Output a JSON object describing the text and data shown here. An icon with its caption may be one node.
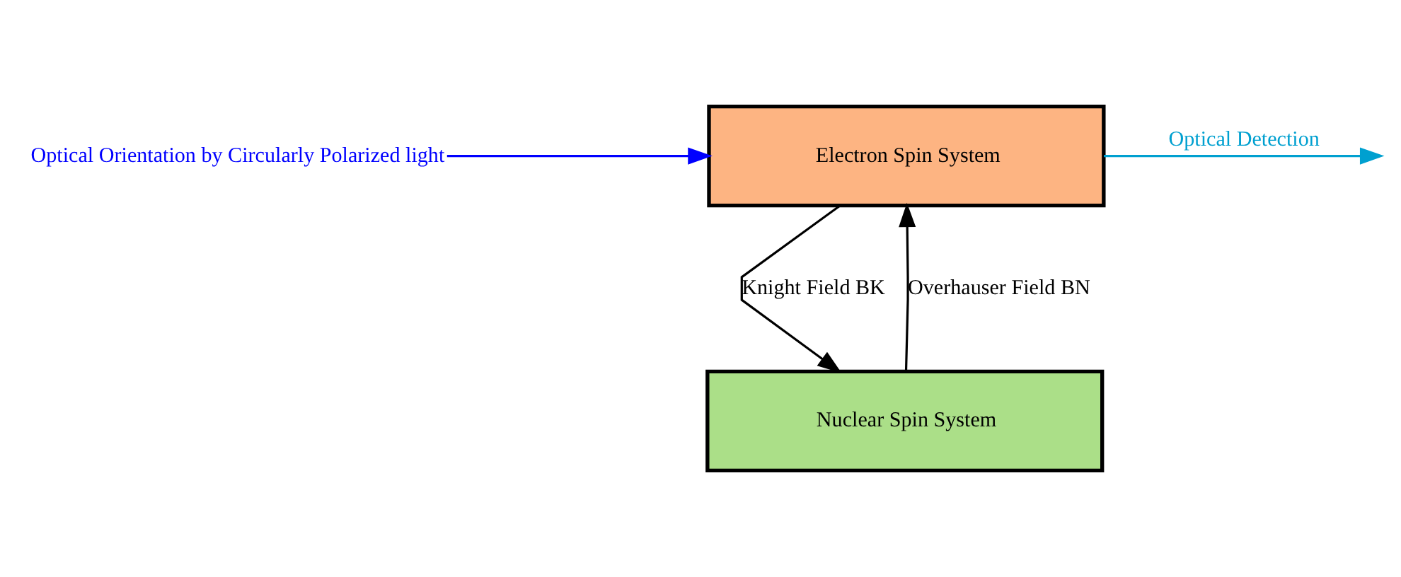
{
  "diagram": {
    "nodes": [
      {
        "text": [
          "Optical Orientation by Circularly Polarized light"
        ]
      },
      {
        "text": [
          "Electron Spin System"
        ]
      },
      {
        "text": [
          "Nuclear Spin System"
        ]
      }
    ],
    "edges": [
      {
        "from": 0,
        "to": 1,
        "arrow": "to",
        "color": "#0000ff"
      },
      {
        "from": 1,
        "to": null,
        "arrow": "to",
        "label": "Optical Detection",
        "color": "#00a0d0"
      },
      {
        "from": 1,
        "to": 2,
        "arrow": "to",
        "label": "Knight Field BK"
      },
      {
        "from": 2,
        "to": 1,
        "arrow": "to",
        "label": "Overhauser Field BN"
      }
    ]
  }
}
